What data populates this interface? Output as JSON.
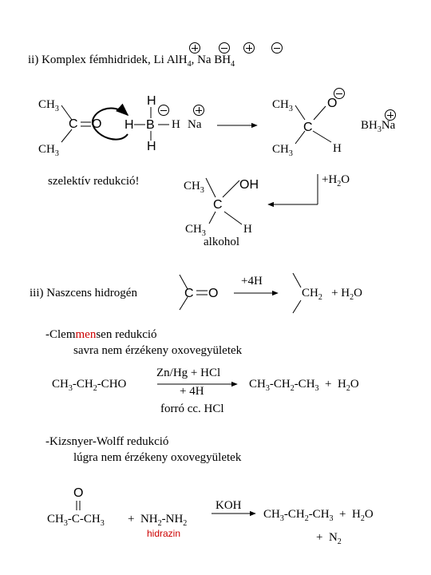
{
  "section2": {
    "title_main": "ii) Komplex fémhidridek, Li AlH",
    "title_sub4a": "4",
    "title_mid": ", Na BH",
    "title_sub4b": "4"
  },
  "scheme1": {
    "ch3": "CH",
    "sub3": "3",
    "c": "C",
    "o": "O",
    "h": "H",
    "b": "B",
    "na": "Na",
    "bh3na_bh": "BH",
    "bh3na_3": "3",
    "bh3na_na": "Na",
    "selective": "szelektív redukció!",
    "water": "+H",
    "water_sub": "2",
    "water_o": "O",
    "oh": "OH",
    "alcohol": "alkohol"
  },
  "section3": {
    "title": "iii) Naszcens hidrogén",
    "reagent": "+4H",
    "ch2": "CH",
    "ch2_sub": "2",
    "plus_h2o": "+ H",
    "h2o_sub": "2",
    "h2o_o": "O"
  },
  "clemmensen": {
    "heading_pre": "-Clem",
    "heading_red": "men",
    "heading_post": "sen redukció",
    "note": "savra nem érzékeny oxovegyületek",
    "reactant": "CH3-CH2-CHO",
    "reagent_top": "Zn/Hg + HCl",
    "reagent_mid": "+ 4H",
    "reagent_bottom": "forró cc. HCl",
    "product": "CH3-CH2-CH3 + H2O"
  },
  "kizsnyer": {
    "heading": "-Kizsnyer-Wolff redukció",
    "note": "lúgra nem érzékeny oxovegyületek",
    "o": "O",
    "reactant": "CH3-C-CH3",
    "plus_hydrazine": "+ NH2-NH2",
    "hydrazine_label": "hidrazin",
    "reagent": "KOH",
    "product": "CH3-CH2-CH3 + H2O",
    "byproduct": "+ N2"
  }
}
